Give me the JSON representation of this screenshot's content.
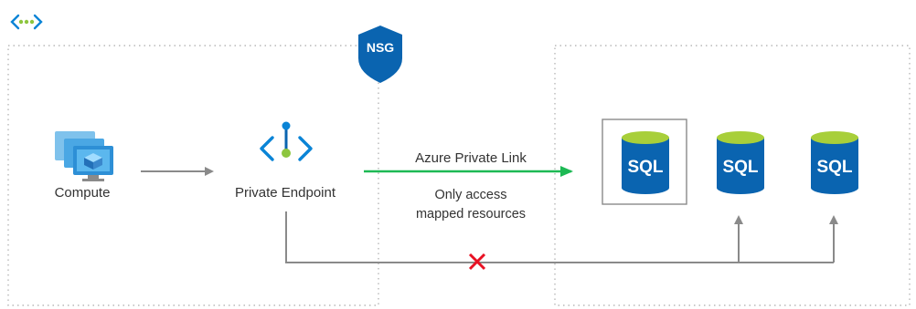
{
  "nodes": {
    "compute": {
      "label": "Compute"
    },
    "private_endpoint": {
      "label": "Private Endpoint"
    },
    "nsg": {
      "label": "NSG"
    },
    "sql_databases": [
      {
        "label": "SQL",
        "selected": true
      },
      {
        "label": "SQL",
        "selected": false
      },
      {
        "label": "SQL",
        "selected": false
      }
    ]
  },
  "edges": {
    "private_link": {
      "label": "Azure Private Link",
      "color": "#1db954"
    },
    "access_note": {
      "line1": "Only access",
      "line2": "mapped resources"
    },
    "blocked_marker_color": "#e81123"
  },
  "colors": {
    "arrow_gray": "#8a8a8a",
    "boundary_dots": "#b8b8b8",
    "azure_blue": "#0a64b0",
    "sql_top": "#a8cf3a",
    "vnet_green": "#8dc63f"
  },
  "icons": {
    "vnet": "virtual-network-icon",
    "compute": "virtual-machines-icon",
    "private_endpoint": "private-endpoint-icon",
    "nsg": "nsg-shield-icon",
    "sql": "sql-database-icon",
    "blocked": "x-mark-icon"
  }
}
